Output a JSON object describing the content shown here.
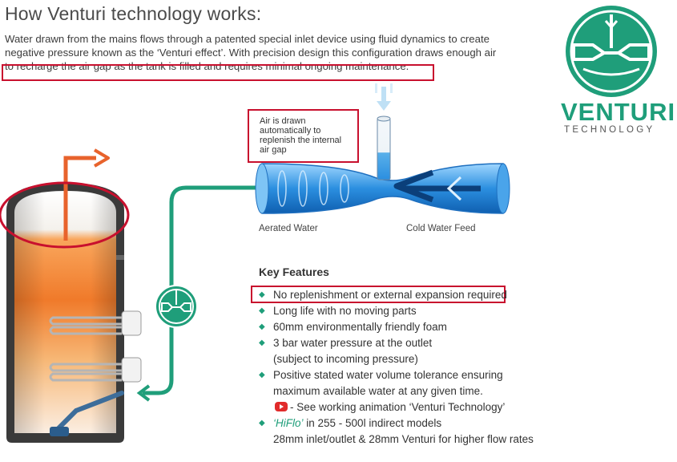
{
  "header": {
    "title": "How Venturi technology works:",
    "intro_line1": "Water drawn from the mains flows through a patented special inlet device using fluid dynamics to create",
    "intro_line2": "negative pressure known as the ‘Venturi effect’. With precision design this configuration draws enough air",
    "intro_line3": "to recharge the air gap as the tank is filled and requires minimal ongoing maintenance."
  },
  "logo": {
    "word": "VENTURI",
    "sub": "TECHNOLOGY",
    "icon": "venturi-logo-icon"
  },
  "diagram": {
    "air_note": [
      "Air is drawn",
      "automatically to",
      "replenish the internal",
      "air gap"
    ],
    "label_aerated": "Aerated Water",
    "label_cold": "Cold Water Feed"
  },
  "features": {
    "title": "Key Features",
    "items": [
      "No replenishment or external expansion required",
      "Long life with no moving parts",
      "60mm environmentally friendly foam",
      "3 bar water pressure at the outlet",
      "(subject to incoming pressure)",
      "Positive stated water volume tolerance ensuring",
      "maximum available water at any given time.",
      "- See working animation ‘Venturi Technology’",
      "‘HiFlo’",
      " in 255 - 500l indirect models",
      "28mm inlet/outlet & 28mm Venturi for higher flow rates"
    ]
  },
  "colors": {
    "accent_green": "#1f9e7a",
    "highlight_red": "#c8102e",
    "pipe_orange": "#e8632c",
    "venturi_blue": "#2b8fe0"
  }
}
